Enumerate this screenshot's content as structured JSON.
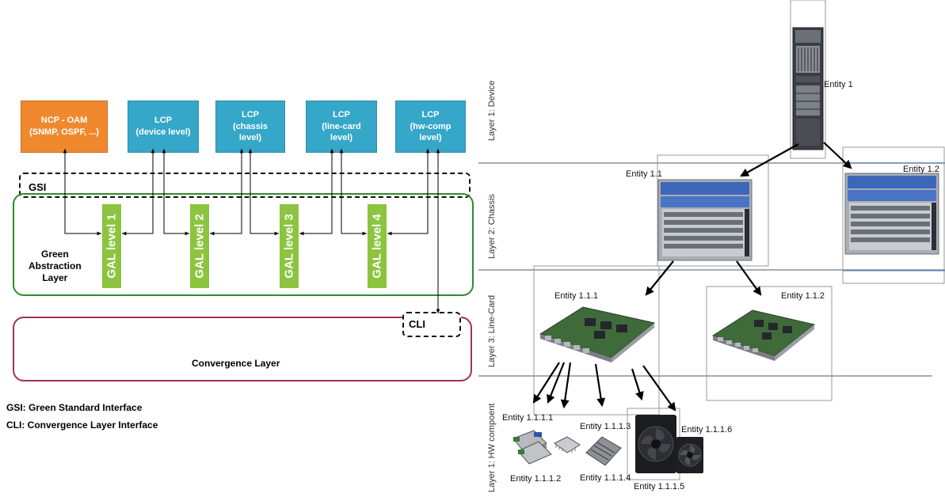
{
  "left": {
    "ncp": {
      "line1": "NCP - OAM",
      "line2": "(SNMP, OSPF, ...)"
    },
    "lcps": [
      {
        "line1": "LCP",
        "line2": "(device level)",
        "line3": ""
      },
      {
        "line1": "LCP",
        "line2": "(chassis",
        "line3": "level)"
      },
      {
        "line1": "LCP",
        "line2": "(line-card",
        "line3": "level)"
      },
      {
        "line1": "LCP",
        "line2": "(hw-comp",
        "line3": "level)"
      }
    ],
    "gsi_label": "GSI",
    "gal_layer": {
      "line1": "Green",
      "line2": "Abstraction",
      "line3": "Layer"
    },
    "gal_levels": [
      "GAL level 1",
      "GAL level 2",
      "GAL level 3",
      "GAL level 4"
    ],
    "cli_label": "CLI",
    "convergence_label": "Convergence Layer",
    "legend": [
      "GSI: Green Standard Interface",
      "CLI: Convergence Layer Interface"
    ]
  },
  "right": {
    "layers": [
      "Layer 1: Device",
      "Layer 2: Chassis",
      "Layer 3: Line-Card",
      "Layer 1: HW compoent"
    ],
    "entities": {
      "e1": "Entity 1",
      "e11": "Entity 1.1",
      "e12": "Entity 1.2",
      "e111": "Entity 1.1.1",
      "e112": "Entity 1.1.2",
      "e1111": "Entity 1.1.1.1",
      "e1112": "Entity 1.1.1.2",
      "e1113": "Entity 1.1.1.3",
      "e1114": "Entity 1.1.1.4",
      "e1115": "Entity 1.1.1.5",
      "e1116": "Entity 1.1.1.6"
    }
  },
  "colors": {
    "ncp": "#f0892e",
    "lcp": "#35a7c9",
    "gal": "#8cc43f",
    "gal_border": "#2e8b2e",
    "convergence_border": "#a03060",
    "layer_line": "#8a8f99"
  }
}
